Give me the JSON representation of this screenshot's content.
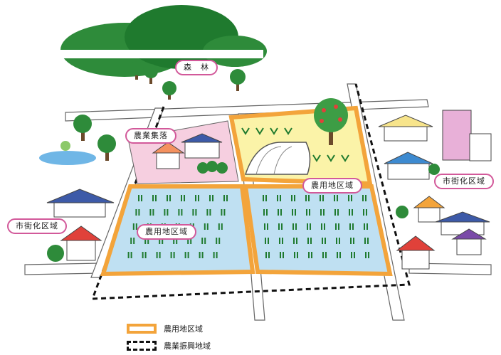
{
  "labels": {
    "forest": "森　林",
    "village": "農業集落",
    "farmland_upper": "農用地区域",
    "farmland_lower": "農用地区域",
    "urban_left": "市街化区域",
    "urban_right": "市街化区域"
  },
  "legend": {
    "farmland": "農用地区域",
    "promotion": "農業振興地域"
  },
  "colors": {
    "forest": "#1f7a2e",
    "tree_canopy": "#2e8b3a",
    "trunk": "#6b4a2b",
    "farmland_border": "#f3a43b",
    "paddy_fill": "#bfe0f2",
    "paddy_plant": "#1f7a2e",
    "upland_fill": "#fbf3a8",
    "village_fill": "#f6cfe0",
    "road": "#ffffff",
    "road_edge": "#666666",
    "pond": "#6fb6e6",
    "label_border": "#d2599a",
    "building": "#e8b0d8"
  },
  "icons": [
    "mountain",
    "tree",
    "house",
    "greenhouse",
    "fruit-tree",
    "building",
    "pond",
    "crop"
  ]
}
